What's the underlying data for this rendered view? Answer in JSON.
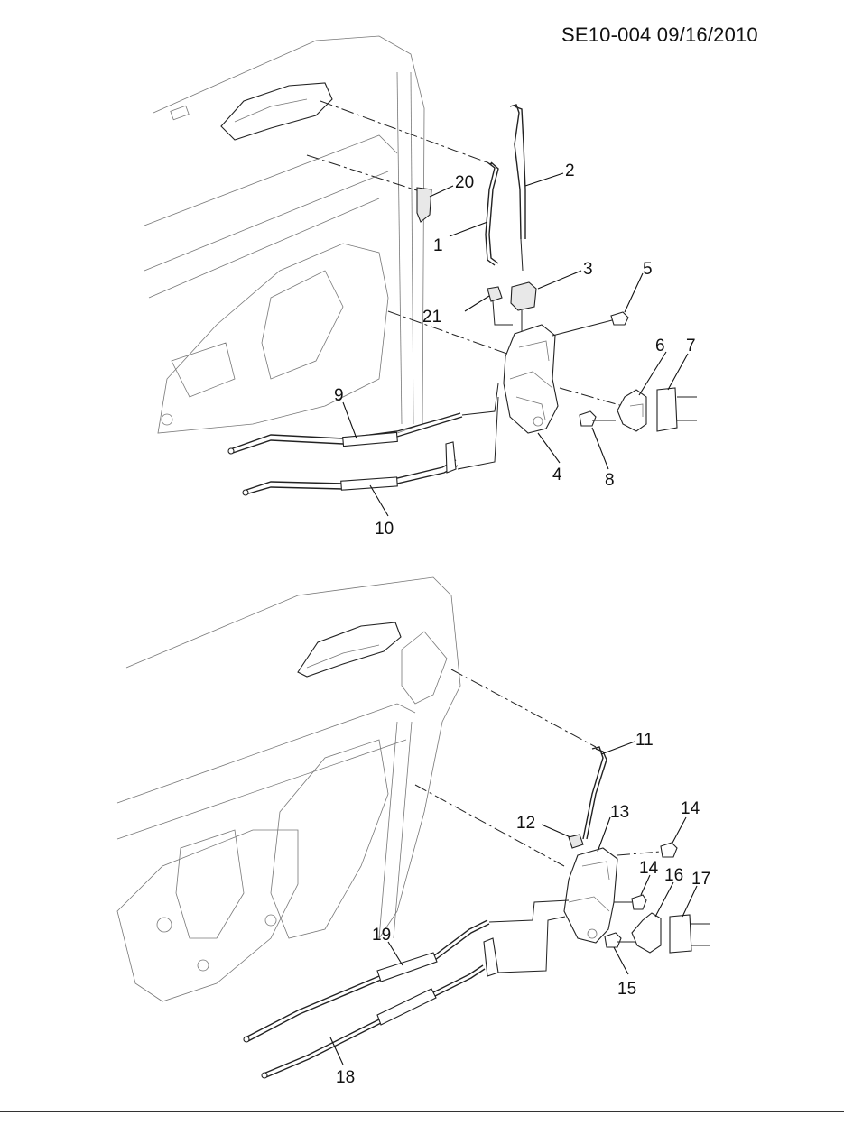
{
  "header": {
    "document_code": "SE10-004 09/16/2010"
  },
  "callouts": {
    "p1": "1",
    "p2": "2",
    "p3": "3",
    "p4": "4",
    "p5": "5",
    "p6": "6",
    "p7": "7",
    "p8": "8",
    "p9": "9",
    "p10": "10",
    "p11": "11",
    "p12": "12",
    "p13": "13",
    "p14a": "14",
    "p14b": "14",
    "p15": "15",
    "p16": "16",
    "p17": "17",
    "p18": "18",
    "p19": "19",
    "p20": "20",
    "p21": "21"
  }
}
